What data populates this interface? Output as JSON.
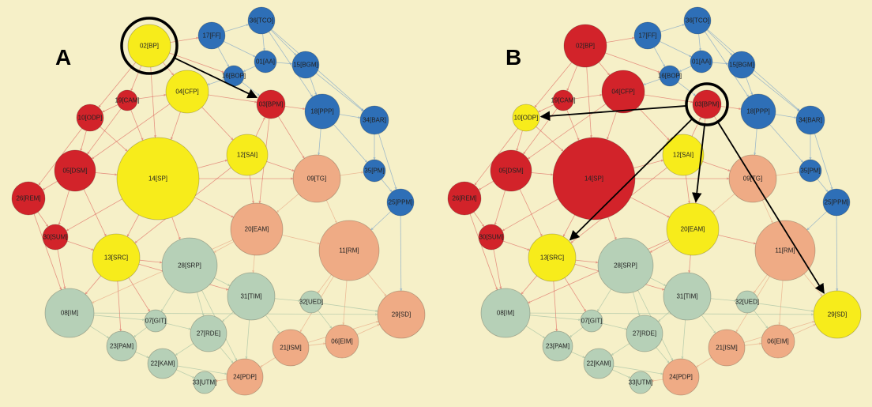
{
  "panels": [
    {
      "label": "A",
      "highlight": "02[BP]",
      "nodes": [
        {
          "id": "02[BP]",
          "color": "#f7ec1b"
        },
        {
          "id": "17[FF]",
          "color": "#2e6fb7"
        },
        {
          "id": "36[TCO]",
          "color": "#2e6fb7"
        },
        {
          "id": "01[AA]",
          "color": "#2e6fb7"
        },
        {
          "id": "15[BGM]",
          "color": "#2e6fb7"
        },
        {
          "id": "16[BOP]",
          "color": "#2e6fb7"
        },
        {
          "id": "19[CAM]",
          "color": "#d2232a"
        },
        {
          "id": "04[CFP]",
          "color": "#f7ec1b"
        },
        {
          "id": "03[BPM]",
          "color": "#d2232a"
        },
        {
          "id": "18[PPP]",
          "color": "#2e6fb7"
        },
        {
          "id": "34[BAR]",
          "color": "#2e6fb7"
        },
        {
          "id": "10[ODP]",
          "color": "#d2232a"
        },
        {
          "id": "05[DSM]",
          "color": "#d2232a"
        },
        {
          "id": "14[SP]",
          "color": "#f7ec1b"
        },
        {
          "id": "12[SAI]",
          "color": "#f7ec1b"
        },
        {
          "id": "09[TG]",
          "color": "#efab85"
        },
        {
          "id": "35[PM]",
          "color": "#2e6fb7"
        },
        {
          "id": "26[REM]",
          "color": "#d2232a"
        },
        {
          "id": "25[PPM]",
          "color": "#2e6fb7"
        },
        {
          "id": "20[EAM]",
          "color": "#efab85"
        },
        {
          "id": "30[SUM]",
          "color": "#d2232a"
        },
        {
          "id": "13[SRC]",
          "color": "#f7ec1b"
        },
        {
          "id": "28[SRP]",
          "color": "#b6d0b7"
        },
        {
          "id": "11[RM]",
          "color": "#efab85"
        },
        {
          "id": "31[TIM]",
          "color": "#b6d0b7"
        },
        {
          "id": "32[UED]",
          "color": "#b6d0b7"
        },
        {
          "id": "08[IM]",
          "color": "#b6d0b7"
        },
        {
          "id": "29[SD]",
          "color": "#efab85"
        },
        {
          "id": "07[GIT]",
          "color": "#b6d0b7"
        },
        {
          "id": "27[RDE]",
          "color": "#b6d0b7"
        },
        {
          "id": "23[PAM]",
          "color": "#b6d0b7"
        },
        {
          "id": "21[ISM]",
          "color": "#efab85"
        },
        {
          "id": "06[EIM]",
          "color": "#efab85"
        },
        {
          "id": "22[KAM]",
          "color": "#b6d0b7"
        },
        {
          "id": "24[PDP]",
          "color": "#efab85"
        },
        {
          "id": "33[UTM]",
          "color": "#b6d0b7"
        }
      ],
      "arrows": [
        [
          "02[BP]",
          "03[BPM]"
        ]
      ]
    },
    {
      "label": "B",
      "highlight": "03[BPM]",
      "nodes": [
        {
          "id": "02[BP]",
          "color": "#d2232a"
        },
        {
          "id": "17[FF]",
          "color": "#2e6fb7"
        },
        {
          "id": "36[TCO]",
          "color": "#2e6fb7"
        },
        {
          "id": "01[AA]",
          "color": "#2e6fb7"
        },
        {
          "id": "15[BGM]",
          "color": "#2e6fb7"
        },
        {
          "id": "16[BOP]",
          "color": "#2e6fb7"
        },
        {
          "id": "19[CAM]",
          "color": "#d2232a"
        },
        {
          "id": "04[CFP]",
          "color": "#d2232a"
        },
        {
          "id": "03[BPM]",
          "color": "#d2232a"
        },
        {
          "id": "18[PPP]",
          "color": "#2e6fb7"
        },
        {
          "id": "34[BAR]",
          "color": "#2e6fb7"
        },
        {
          "id": "10[ODP]",
          "color": "#f7ec1b"
        },
        {
          "id": "05[DSM]",
          "color": "#d2232a"
        },
        {
          "id": "14[SP]",
          "color": "#d2232a"
        },
        {
          "id": "12[SAI]",
          "color": "#f7ec1b"
        },
        {
          "id": "09[TG]",
          "color": "#efab85"
        },
        {
          "id": "35[PM]",
          "color": "#2e6fb7"
        },
        {
          "id": "26[REM]",
          "color": "#d2232a"
        },
        {
          "id": "25[PPM]",
          "color": "#2e6fb7"
        },
        {
          "id": "20[EAM]",
          "color": "#f7ec1b"
        },
        {
          "id": "30[SUM]",
          "color": "#d2232a"
        },
        {
          "id": "13[SRC]",
          "color": "#f7ec1b"
        },
        {
          "id": "28[SRP]",
          "color": "#b6d0b7"
        },
        {
          "id": "11[RM]",
          "color": "#efab85"
        },
        {
          "id": "31[TIM]",
          "color": "#b6d0b7"
        },
        {
          "id": "32[UED]",
          "color": "#b6d0b7"
        },
        {
          "id": "08[IM]",
          "color": "#b6d0b7"
        },
        {
          "id": "29[SD]",
          "color": "#f7ec1b"
        },
        {
          "id": "07[GIT]",
          "color": "#b6d0b7"
        },
        {
          "id": "27[RDE]",
          "color": "#b6d0b7"
        },
        {
          "id": "23[PAM]",
          "color": "#b6d0b7"
        },
        {
          "id": "21[ISM]",
          "color": "#efab85"
        },
        {
          "id": "06[EIM]",
          "color": "#efab85"
        },
        {
          "id": "22[KAM]",
          "color": "#b6d0b7"
        },
        {
          "id": "24[PDP]",
          "color": "#efab85"
        },
        {
          "id": "33[UTM]",
          "color": "#b6d0b7"
        }
      ],
      "arrows": [
        [
          "03[BPM]",
          "10[ODP]"
        ],
        [
          "03[BPM]",
          "13[SRC]"
        ],
        [
          "03[BPM]",
          "20[EAM]"
        ],
        [
          "03[BPM]",
          "29[SD]"
        ]
      ]
    }
  ],
  "colors": {
    "background": "#f6f0c8",
    "edge_red": "#d84a4a",
    "edge_blue": "#5b8fc9",
    "edge_orange": "#e49472",
    "edge_green": "#8fb59a",
    "arrow": "#000000"
  }
}
